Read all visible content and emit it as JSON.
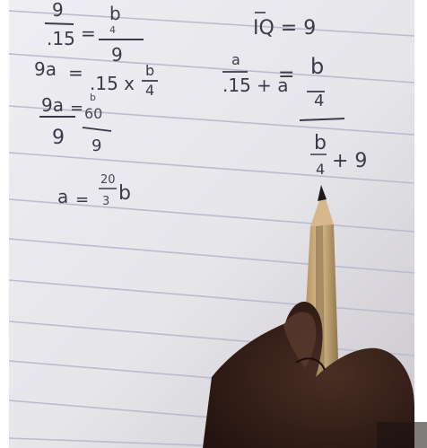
{
  "colors": {
    "paper": "#e8e7ec",
    "rule": "#b9bccb",
    "ink": "#3a3a48",
    "pencil_wood": "#c7a777",
    "pencil_lead": "#1a1a1a",
    "hand": "#3a241d"
  },
  "handwriting": {
    "eq1_top": "9",
    "eq1_bottom": ".15",
    "eq1_eq": "=",
    "eq1_rnum": "b",
    "eq1_rden_small": "4",
    "eq1_rden": "9",
    "eq2_left": "9a",
    "eq2_eq": "=",
    "eq2_right": ".15 x",
    "eq2_frac_num": "b",
    "eq2_frac_den": "4",
    "eq3_num": "9a",
    "eq3_den": "9",
    "eq3_eq": "=",
    "eq3_rnum_small": "b",
    "eq3_rnum": "60",
    "eq3_rden": "9",
    "eq4_left": "a",
    "eq4_eq": "=",
    "eq4_frac_num": "20",
    "eq4_frac_den": "3",
    "eq4_var": "b",
    "right_top": "IQ = 9",
    "right_lnum": "a",
    "right_lden": ".15 + a",
    "right_eq": "=",
    "right_rnum": "b",
    "right_rnum_den": "4",
    "right_rden_b": "b",
    "right_rden_4": "4",
    "right_rden_plus9": "+ 9"
  }
}
